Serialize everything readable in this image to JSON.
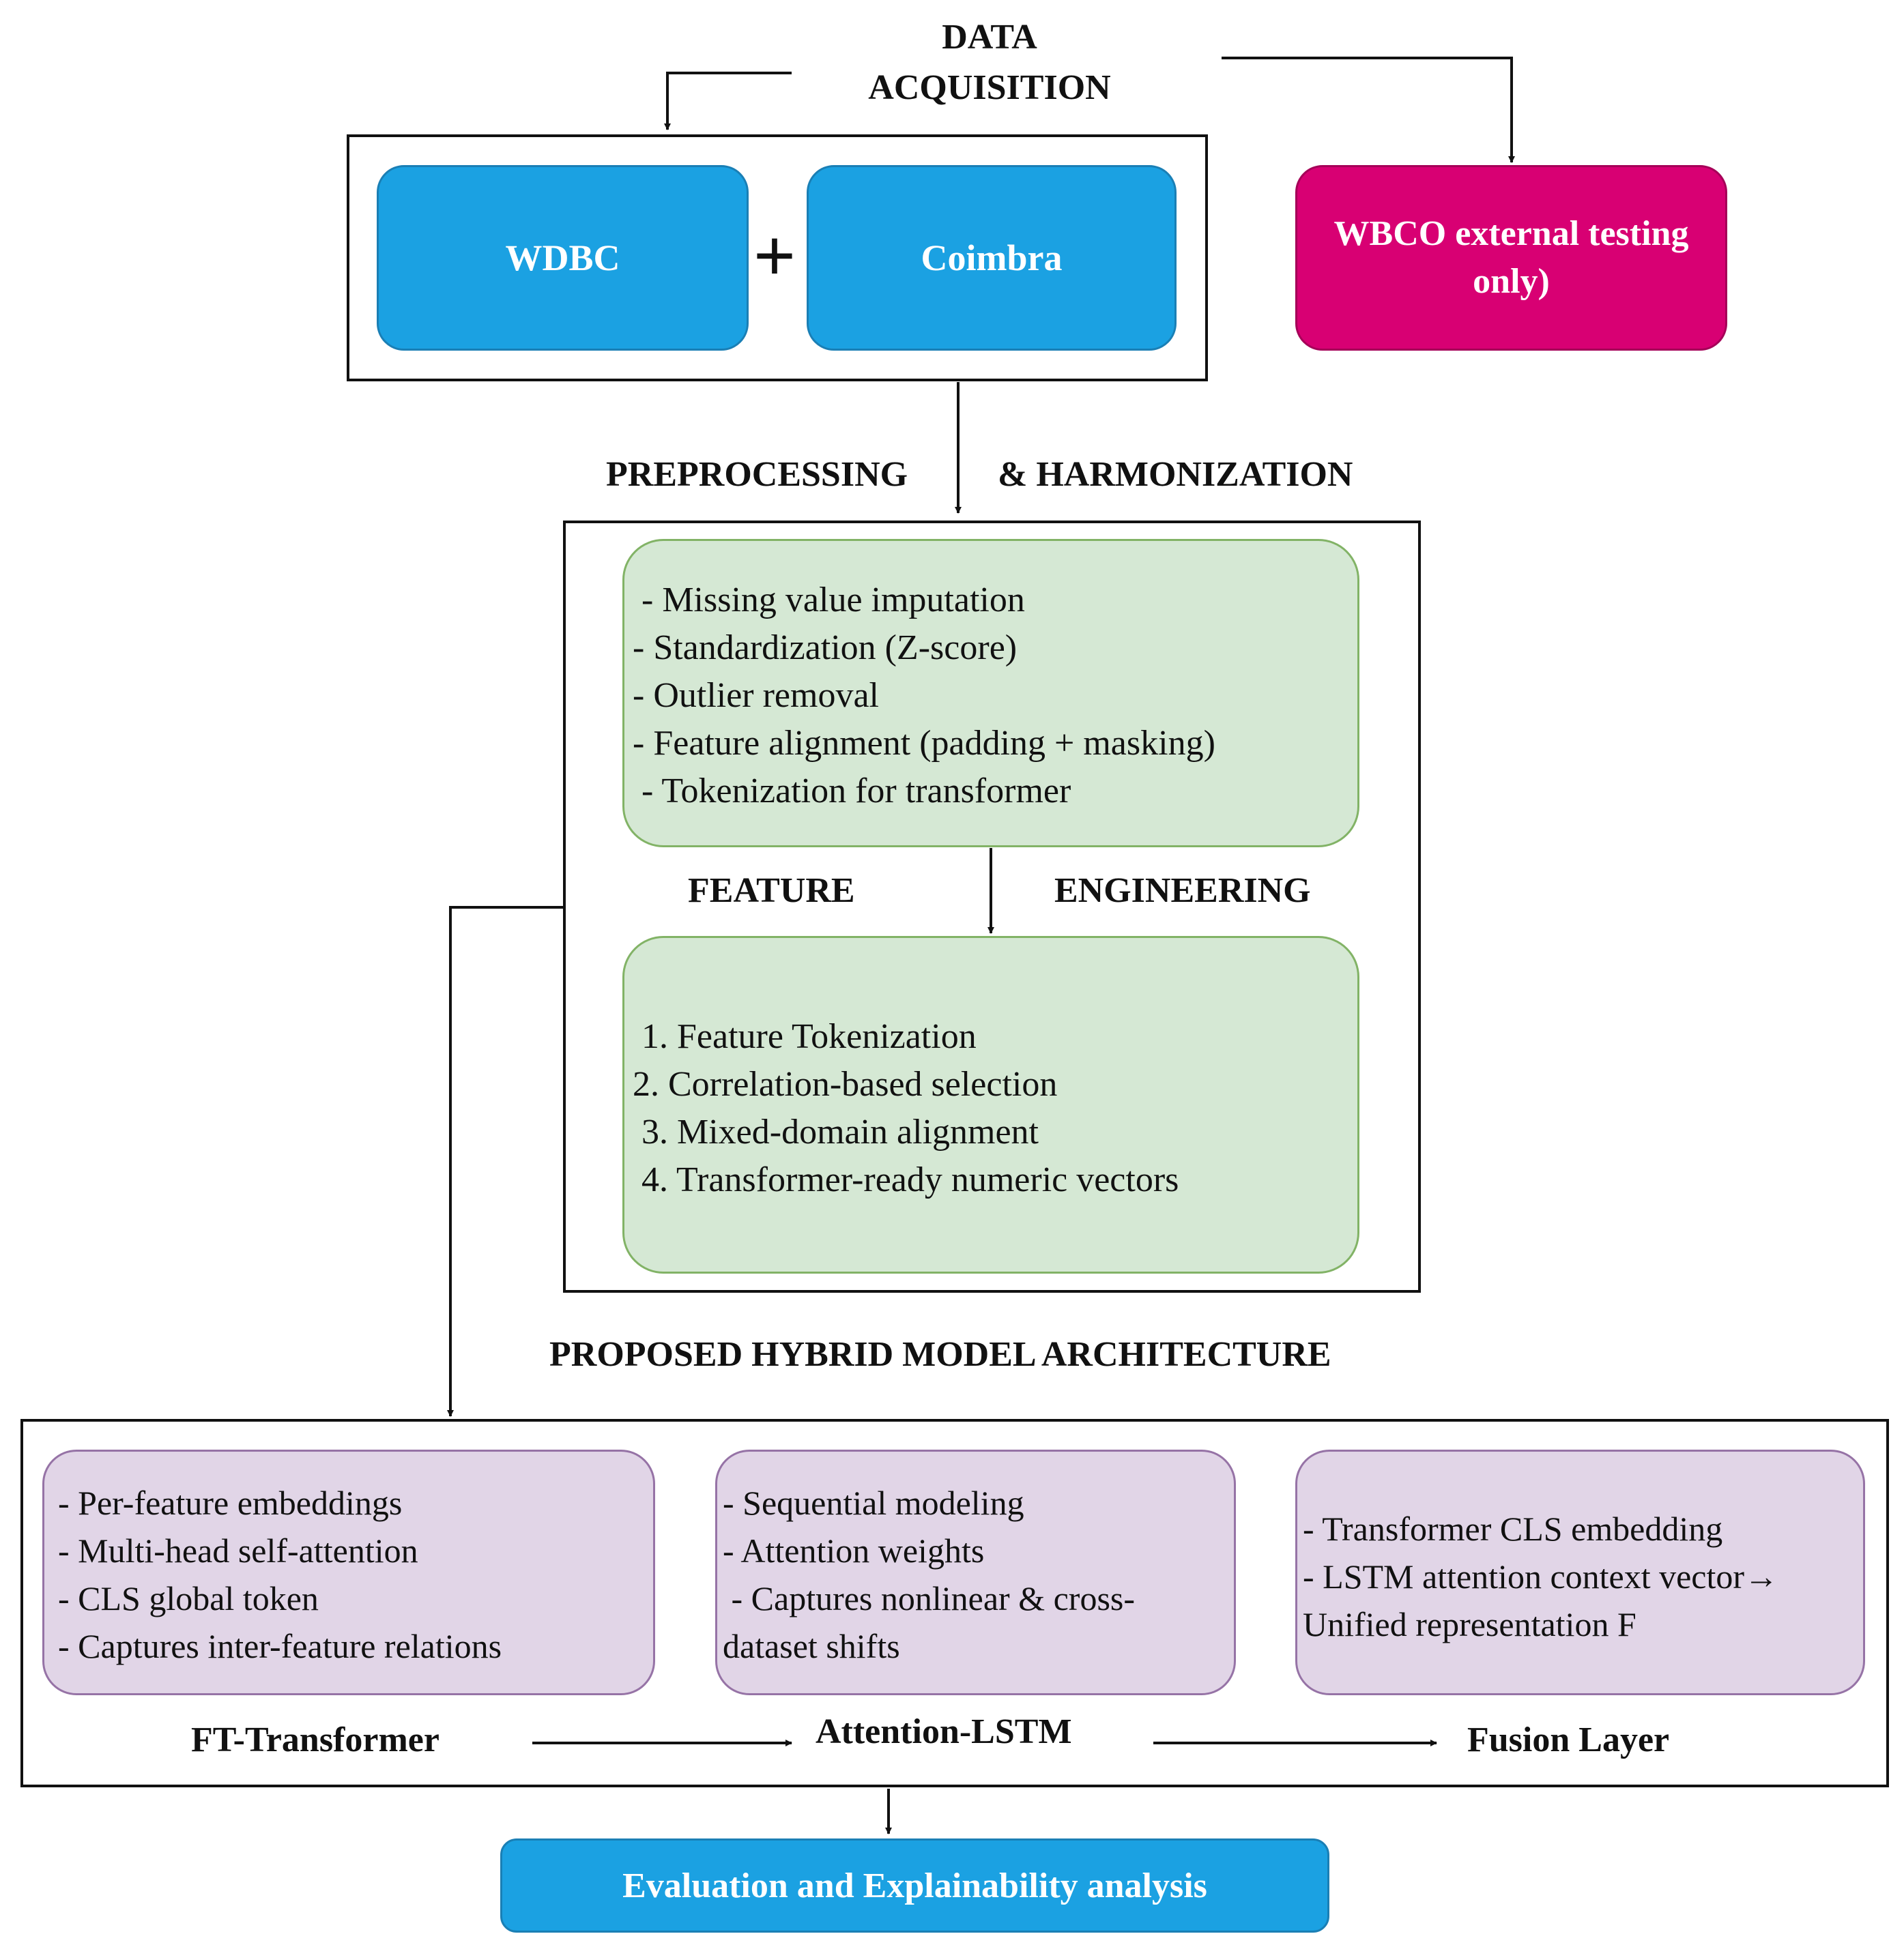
{
  "acquisition": {
    "title_line1": "DATA",
    "title_line2": "ACQUISITION",
    "dataset_a": "WDBC",
    "plus": "+",
    "dataset_b": "Coimbra",
    "external": "WBCO  external testing only)"
  },
  "preprocessing": {
    "title_left": "PREPROCESSING",
    "title_right": "& HARMONIZATION",
    "steps": [
      " - Missing value imputation",
      "- Standardization (Z-score)",
      "- Outlier removal",
      "- Feature alignment (padding + masking)",
      " - Tokenization for transformer"
    ]
  },
  "feature_engineering": {
    "title_left": "FEATURE",
    "title_right": "ENGINEERING",
    "steps": [
      " 1. Feature Tokenization",
      "2. Correlation-based selection",
      " 3. Mixed-domain alignment",
      " 4. Transformer-ready numeric vectors"
    ]
  },
  "architecture": {
    "title": "PROPOSED HYBRID MODEL ARCHITECTURE",
    "ft_transformer": {
      "label": "FT-Transformer",
      "items": [
        "- Per-feature embeddings",
        "- Multi-head self-attention",
        "- CLS global token",
        "- Captures inter-feature relations"
      ]
    },
    "attention_lstm": {
      "label": "Attention-LSTM",
      "items": [
        "- Sequential modeling",
        "- Attention weights",
        " - Captures nonlinear & cross-",
        "dataset shifts"
      ]
    },
    "fusion": {
      "label": "Fusion Layer",
      "items": [
        "- Transformer CLS embedding",
        "- LSTM attention context vector→",
        "Unified representation F"
      ]
    }
  },
  "evaluation": {
    "label": "Evaluation and Explainability analysis"
  },
  "colors": {
    "dataset_blue": "#1ba1e2",
    "external_magenta": "#d80073",
    "process_green": "#d5e8d4",
    "model_purple": "#e1d5e7"
  }
}
